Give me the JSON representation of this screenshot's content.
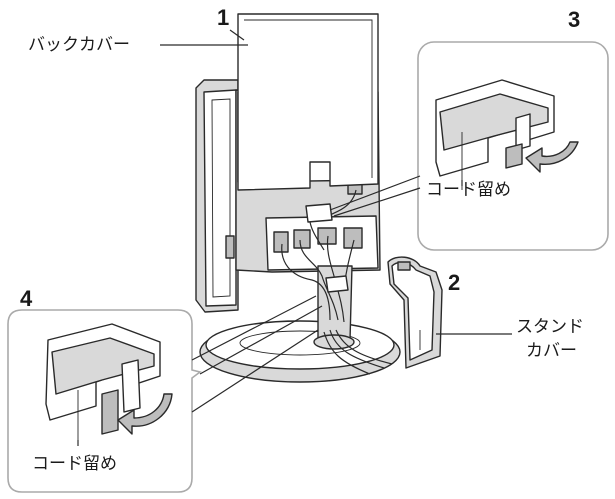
{
  "diagram": {
    "callouts": {
      "n1": "1",
      "n2": "2",
      "n3": "3",
      "n4": "4"
    },
    "labels": {
      "back_cover": "バックカバー",
      "cord_clip_top": "コード留め",
      "cord_clip_bottom": "コード留め",
      "stand_cover_line1": "スタンド",
      "stand_cover_line2": "カバー"
    }
  }
}
